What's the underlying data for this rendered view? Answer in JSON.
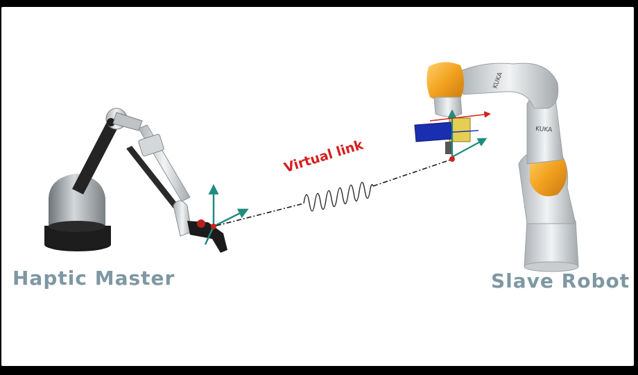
{
  "labels": {
    "master": "Haptic Master",
    "slave": "Slave Robot",
    "link": "Virtual link",
    "robot_brand": "KUKA"
  },
  "colors": {
    "caption": "#7f97a3",
    "link_text": "#d41f1f",
    "robot_orange": "#f2a11f",
    "axis_teal": "#1f8c80",
    "gripper_blue": "#1a2fb0",
    "object_yellow": "#e4cf52"
  }
}
